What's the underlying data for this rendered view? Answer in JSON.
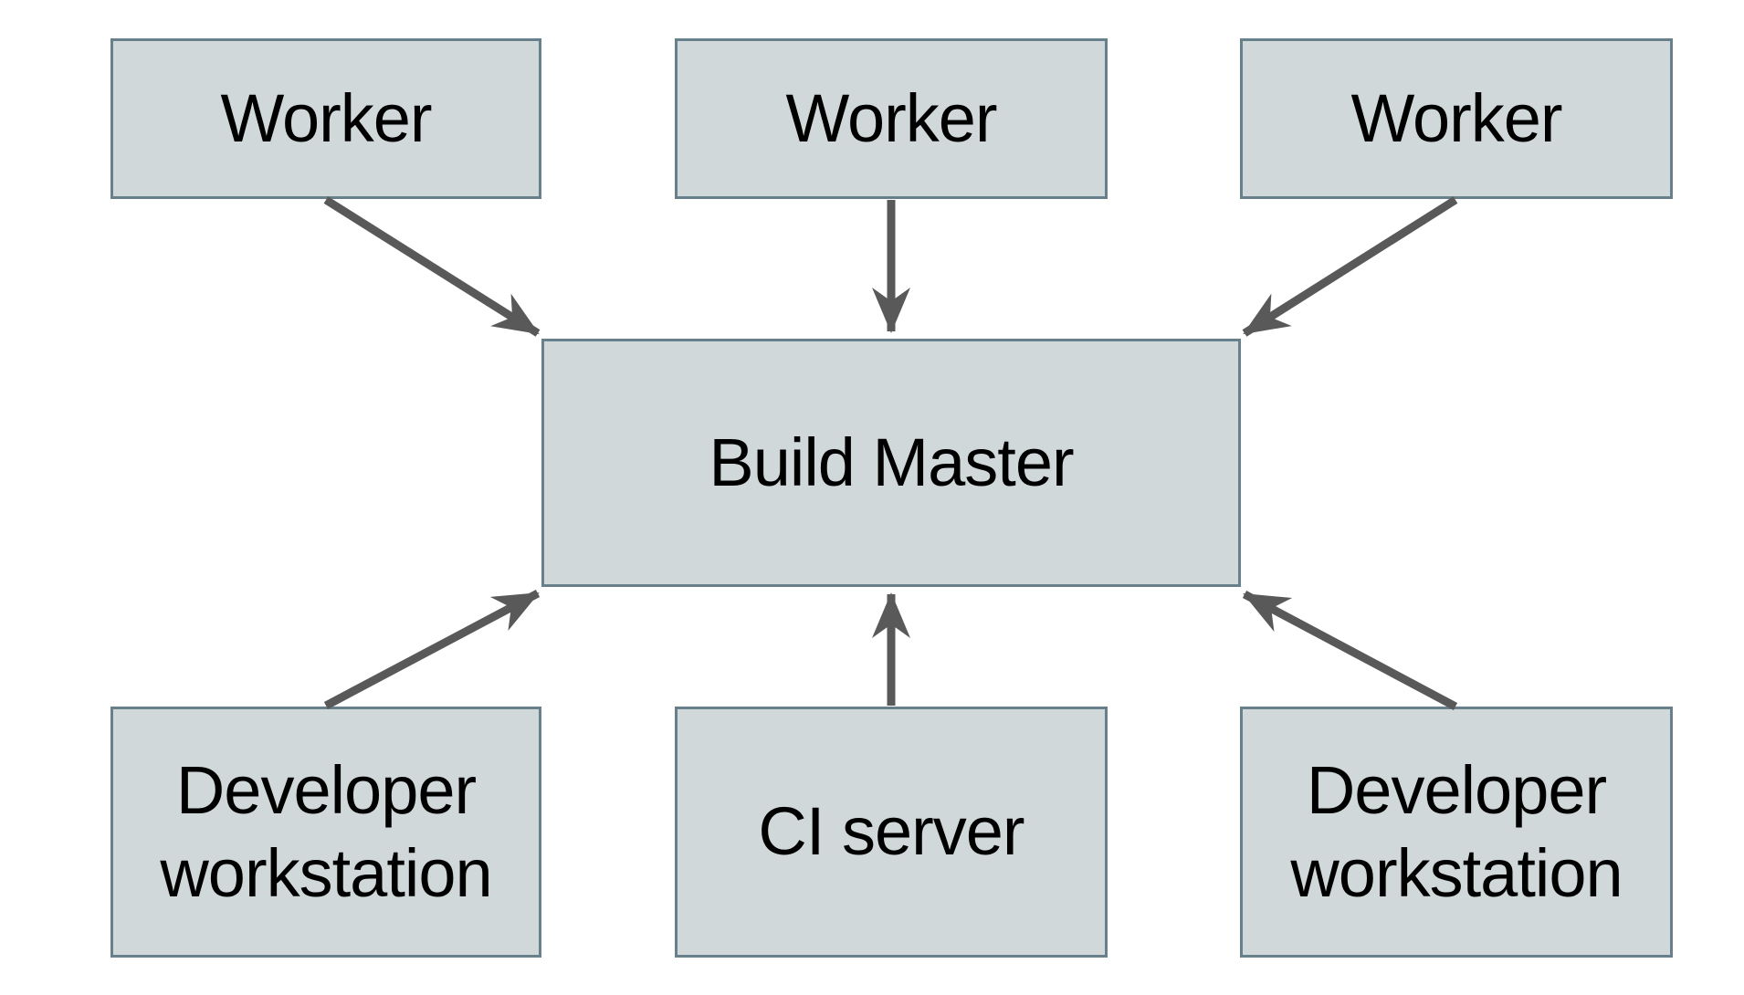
{
  "diagram": {
    "colors": {
      "background": "#ffffff",
      "node_fill": "#d0d8da",
      "node_border": "#68808c",
      "arrow": "#595959",
      "text": "#000000"
    },
    "nodes": {
      "worker_left": {
        "label": "Worker"
      },
      "worker_middle": {
        "label": "Worker"
      },
      "worker_right": {
        "label": "Worker"
      },
      "build_master": {
        "label": "Build Master"
      },
      "dev_left": {
        "label": "Developer workstation"
      },
      "ci_server": {
        "label": "CI server"
      },
      "dev_right": {
        "label": "Developer workstation"
      }
    },
    "edges": [
      {
        "from": "Worker (left)",
        "to": "Build Master"
      },
      {
        "from": "Worker (middle)",
        "to": "Build Master"
      },
      {
        "from": "Worker (right)",
        "to": "Build Master"
      },
      {
        "from": "Developer workstation (left)",
        "to": "Build Master"
      },
      {
        "from": "CI server",
        "to": "Build Master"
      },
      {
        "from": "Developer workstation (right)",
        "to": "Build Master"
      }
    ]
  }
}
